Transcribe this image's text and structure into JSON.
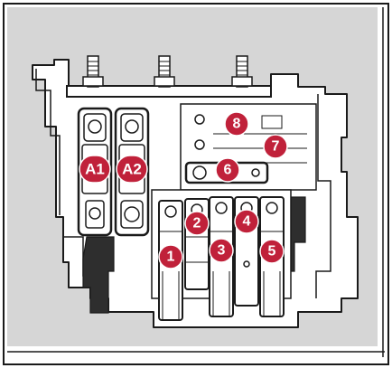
{
  "diagram": {
    "colors": {
      "background": "#d6d6d6",
      "panel": "#ffffff",
      "outline": "#1a1a1a",
      "badge": "#c0213a",
      "badge_text": "#ffffff"
    },
    "labels": {
      "A1": "A1",
      "A2": "A2",
      "1": "1",
      "2": "2",
      "3": "3",
      "4": "4",
      "5": "5",
      "6": "6",
      "7": "7",
      "8": "8"
    }
  }
}
